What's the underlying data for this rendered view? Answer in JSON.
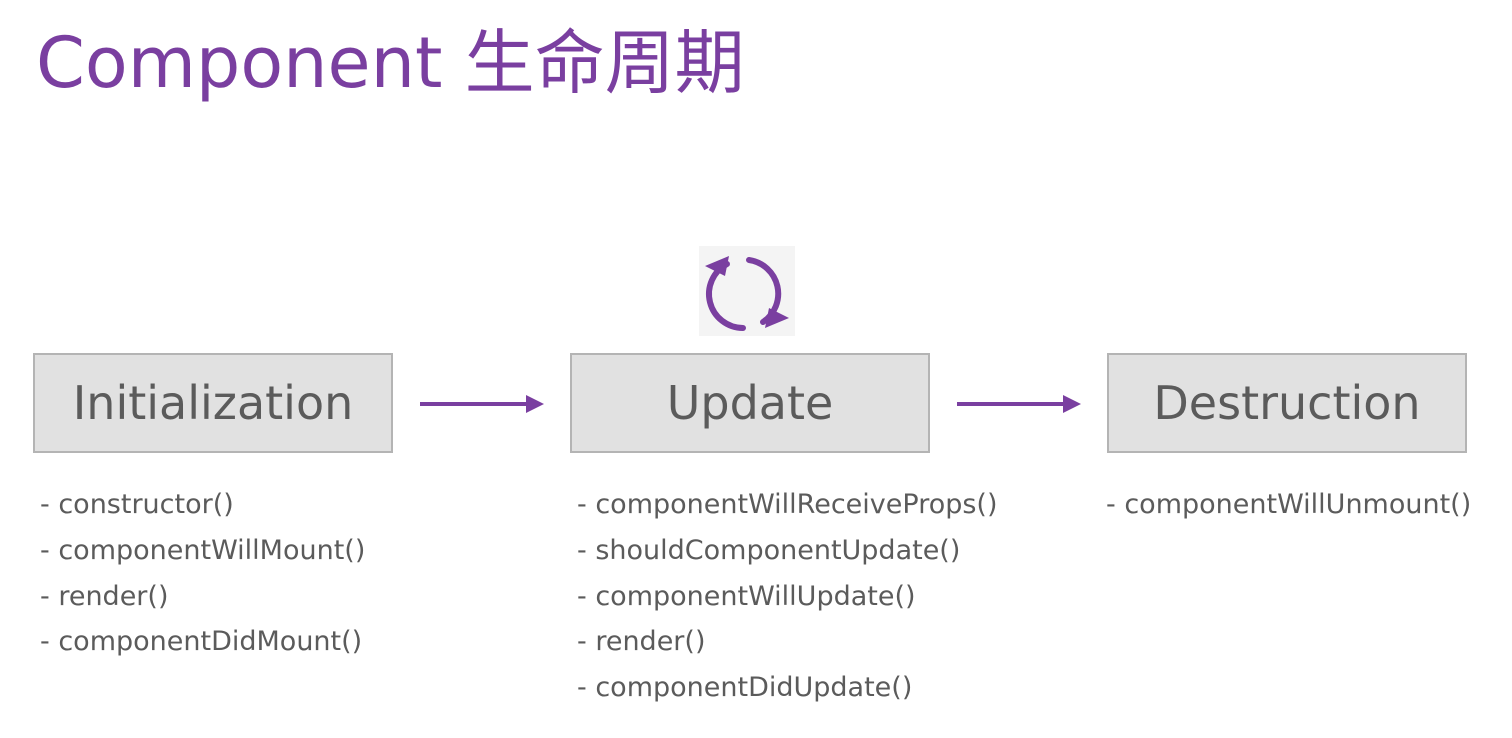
{
  "title": "Component 生命周期",
  "colors": {
    "accent": "#7a3fa0",
    "box_fill": "#e1e1e1",
    "box_border": "#b4b4b4",
    "text": "#5b5b5b"
  },
  "stages": [
    {
      "label": "Initialization",
      "methods": [
        "- constructor()",
        "- componentWillMount()",
        "- render()",
        "- componentDidMount()"
      ]
    },
    {
      "label": "Update",
      "icon": "refresh-cycle-icon",
      "methods": [
        "- componentWillReceiveProps()",
        "- shouldComponentUpdate()",
        "- componentWillUpdate()",
        "- render()",
        "- componentDidUpdate()"
      ]
    },
    {
      "label": "Destruction",
      "methods": [
        "- componentWillUnmount()"
      ]
    }
  ]
}
